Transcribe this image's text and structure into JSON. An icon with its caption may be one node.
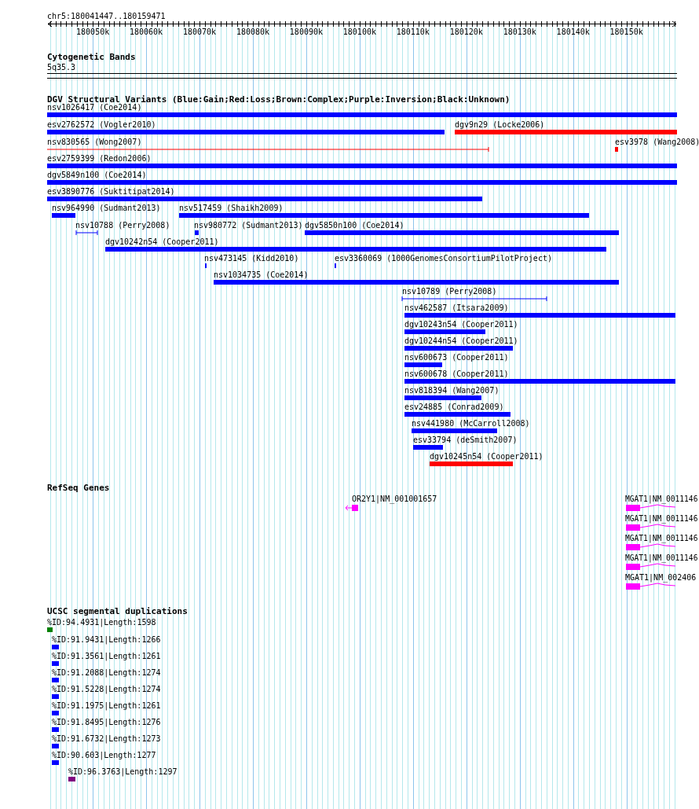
{
  "diagram": {
    "nodes": [
      {
        "text": [
          "nsv1026417 (Coe2014)"
        ]
      },
      {
        "text": [
          "esv2762572 (Vogler2010)"
        ]
      },
      {
        "text": [
          "dgv9n29 (Locke2006)"
        ]
      },
      {
        "text": [
          "nsv830565 (Wong2007)"
        ]
      },
      {
        "text": [
          "esv3978 (Wang2008)"
        ]
      },
      {
        "text": [
          "esv2759399 (Redon2006)"
        ]
      },
      {
        "text": [
          "dgv5849n100 (Coe2014)"
        ]
      },
      {
        "text": [
          "esv3890776 (Suktitipat2014)"
        ]
      },
      {
        "text": [
          "nsv964990 (Sudmant2013)"
        ]
      },
      {
        "text": [
          "nsv517459 (Shaikh2009)"
        ]
      },
      {
        "text": [
          "nsv10788 (Perry2008)"
        ]
      },
      {
        "text": [
          "nsv980772 (Sudmant2013)"
        ]
      },
      {
        "text": [
          "dgv5850n100 (Coe2014)"
        ]
      },
      {
        "text": [
          "dgv10242n54 (Cooper2011)"
        ]
      },
      {
        "text": [
          "nsv473145 (Kidd2010)"
        ]
      },
      {
        "text": [
          "esv3360069 (1000GenomesConsortiumPilotProject)"
        ]
      },
      {
        "text": [
          "nsv1034735 (Coe2014)"
        ]
      },
      {
        "text": [
          "nsv10789 (Perry2008)"
        ]
      },
      {
        "text": [
          "nsv462587 (Itsara2009)"
        ]
      },
      {
        "text": [
          "dgv10243n54 (Cooper2011)"
        ]
      },
      {
        "text": [
          "dgv10244n54 (Cooper2011)"
        ]
      },
      {
        "text": [
          "nsv600673 (Cooper2011)"
        ]
      },
      {
        "text": [
          "nsv600678 (Cooper2011)"
        ]
      },
      {
        "text": [
          "nsv818394 (Wang2007)"
        ]
      },
      {
        "text": [
          "esv24885 (Conrad2009)"
        ]
      },
      {
        "text": [
          "nsv441980 (McCarroll2008)"
        ]
      },
      {
        "text": [
          "esv33794 (deSmith2007)"
        ]
      },
      {
        "text": [
          "dgv10245n54 (Cooper2011)"
        ]
      },
      {
        "text": [
          "OR2Y1|NM_001001657"
        ]
      },
      {
        "text": [
          "MGAT1|NM_0011146"
        ]
      },
      {
        "text": [
          "MGAT1|NM_0011146"
        ]
      },
      {
        "text": [
          "MGAT1|NM_0011146"
        ]
      },
      {
        "text": [
          "MGAT1|NM_0011146"
        ]
      },
      {
        "text": [
          "MGAT1|NM_002406"
        ]
      },
      {
        "text": [
          "%ID:94.4931|Length:1598"
        ]
      },
      {
        "text": [
          "%ID:91.9431|Length:1266"
        ]
      },
      {
        "text": [
          "%ID:91.3561|Length:1261"
        ]
      },
      {
        "text": [
          "%ID:91.2088|Length:1274"
        ]
      },
      {
        "text": [
          "%ID:91.5228|Length:1274"
        ]
      },
      {
        "text": [
          "%ID:91.1975|Length:1261"
        ]
      },
      {
        "text": [
          "%ID:91.8495|Length:1276"
        ]
      },
      {
        "text": [
          "%ID:91.6732|Length:1273"
        ]
      },
      {
        "text": [
          "%ID:90.603|Length:1277"
        ]
      },
      {
        "text": [
          "%ID:96.3763|Length:1297"
        ]
      }
    ],
    "labels": [
      "chr5:180041447..180159471",
      "180050k",
      "180060k",
      "180070k",
      "180080k",
      "180090k",
      "180100k",
      "180110k",
      "180120k",
      "180130k",
      "180140k",
      "180150k",
      "Cytogenetic Bands",
      "5q35.3",
      "DGV Structural Variants (Blue:Gain;Red:Loss;Brown:Complex;Purple:Inversion;Black:Unknown)",
      "RefSeq Genes",
      "UCSC segmental duplications"
    ]
  }
}
